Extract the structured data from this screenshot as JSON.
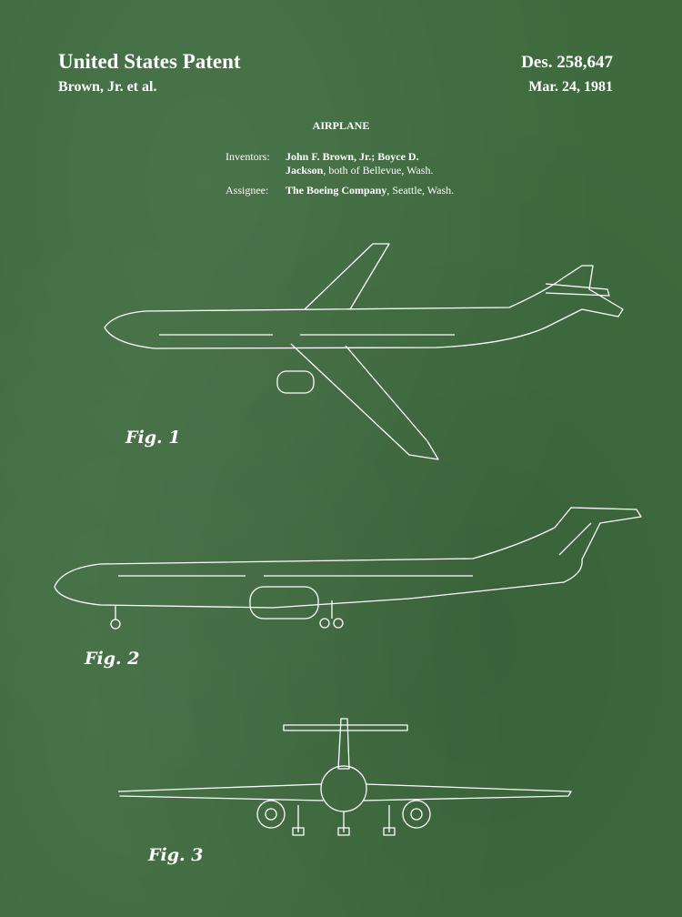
{
  "header": {
    "title": "United States Patent",
    "inventor_short": "Brown, Jr. et al.",
    "patent_number": "Des. 258,647",
    "date": "Mar. 24, 1981"
  },
  "patent": {
    "title": "AIRPLANE",
    "inventors_label": "Inventors:",
    "inventors_line1": "John F. Brown, Jr.; Boyce D.",
    "inventors_line2_bold": "Jackson",
    "inventors_line2_rest": ", both of Bellevue, Wash.",
    "assignee_label": "Assignee:",
    "assignee_bold": "The Boeing Company",
    "assignee_rest": ", Seattle, Wash."
  },
  "figures": [
    {
      "label": "Fig. 1"
    },
    {
      "label": "Fig. 2"
    },
    {
      "label": "Fig. 3"
    }
  ],
  "colors": {
    "background": "#3e6a3e",
    "ink": "#ffffff"
  }
}
